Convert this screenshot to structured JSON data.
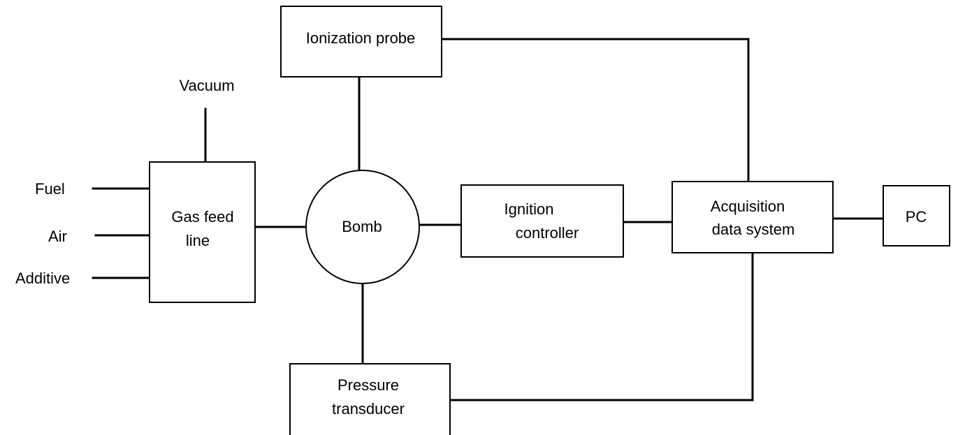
{
  "diagram": {
    "inputs": {
      "vacuum": "Vacuum",
      "fuel": "Fuel",
      "air": "Air",
      "additive": "Additive"
    },
    "nodes": {
      "gas_feed_line": [
        "Gas feed",
        "line"
      ],
      "bomb": "Bomb",
      "ionization_probe": "Ionization probe",
      "pressure_transducer": [
        "Pressure",
        "transducer"
      ],
      "ignition_controller": [
        "Ignition",
        "controller"
      ],
      "acquisition_data_system": [
        "Acquisition",
        "data system"
      ],
      "pc": "PC"
    }
  }
}
